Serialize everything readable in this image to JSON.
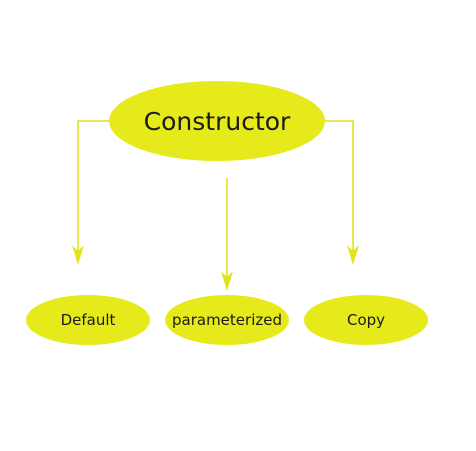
{
  "diagram": {
    "colors": {
      "node_fill": "#e6ea1a",
      "connector": "#e0e41c",
      "text": "#1a1a1a",
      "background": "#ffffff"
    },
    "root": {
      "label": "Constructor"
    },
    "children": [
      {
        "label": "Default"
      },
      {
        "label": "parameterized"
      },
      {
        "label": "Copy"
      }
    ]
  }
}
